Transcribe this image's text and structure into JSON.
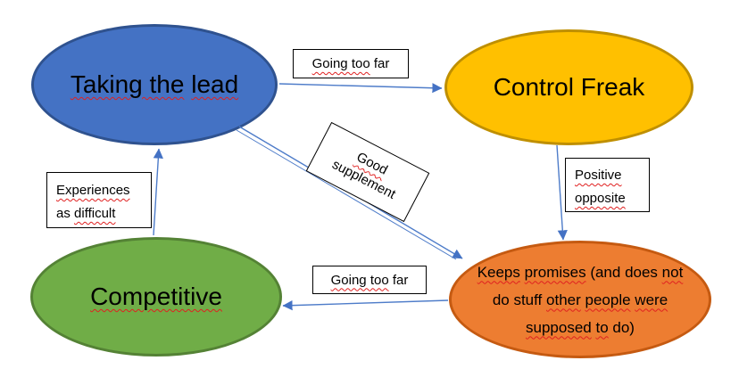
{
  "diagram": {
    "nodes": [
      {
        "id": "taking-the-lead",
        "fill": "#4472C4",
        "stroke": "#2F528F",
        "lines": [
          [
            {
              "text": "Taking the",
              "misspelled": true
            },
            {
              "text": " ",
              "misspelled": false
            },
            {
              "text": "lead",
              "misspelled": true
            }
          ]
        ]
      },
      {
        "id": "control-freak",
        "fill": "#FFC000",
        "stroke": "#BF8F00",
        "lines": [
          [
            {
              "text": "Control Freak",
              "misspelled": false
            }
          ]
        ]
      },
      {
        "id": "competitive",
        "fill": "#70AD47",
        "stroke": "#548235",
        "lines": [
          [
            {
              "text": "Competitive",
              "misspelled": true
            }
          ]
        ]
      },
      {
        "id": "keeps-promises",
        "fill": "#ED7D31",
        "stroke": "#C55A11",
        "lines": [
          [
            {
              "text": "Keeps",
              "misspelled": true
            },
            {
              "text": " ",
              "misspelled": false
            },
            {
              "text": "promises",
              "misspelled": true
            },
            {
              "text": " (and does ",
              "misspelled": false
            },
            {
              "text": "not",
              "misspelled": true
            }
          ],
          [
            {
              "text": "do stuff ",
              "misspelled": false
            },
            {
              "text": "other",
              "misspelled": true
            },
            {
              "text": " ",
              "misspelled": false
            },
            {
              "text": "people",
              "misspelled": true
            },
            {
              "text": " ",
              "misspelled": false
            },
            {
              "text": "were",
              "misspelled": true
            }
          ],
          [
            {
              "text": "supposed",
              "misspelled": true
            },
            {
              "text": " ",
              "misspelled": false
            },
            {
              "text": "to",
              "misspelled": true
            },
            {
              "text": " do)",
              "misspelled": false
            }
          ]
        ]
      }
    ],
    "edge_labels": [
      {
        "id": "going-too-far-top",
        "lines": [
          [
            {
              "text": "Going too",
              "misspelled": true
            },
            {
              "text": " far",
              "misspelled": false
            }
          ]
        ]
      },
      {
        "id": "good-supplement",
        "lines": [
          [
            {
              "text": "Good",
              "misspelled": true
            }
          ],
          [
            {
              "text": "supplement",
              "misspelled": false
            }
          ]
        ]
      },
      {
        "id": "positive-opposite",
        "lines": [
          [
            {
              "text": "Positive",
              "misspelled": true
            }
          ],
          [
            {
              "text": "opposite",
              "misspelled": true
            }
          ]
        ]
      },
      {
        "id": "experiences-as-difficult",
        "lines": [
          [
            {
              "text": "Experiences",
              "misspelled": true
            }
          ],
          [
            {
              "text": "as ",
              "misspelled": false
            },
            {
              "text": "difficult",
              "misspelled": true
            }
          ]
        ]
      },
      {
        "id": "going-too-far-bottom",
        "lines": [
          [
            {
              "text": "Going too",
              "misspelled": true
            },
            {
              "text": " far",
              "misspelled": false
            }
          ]
        ]
      }
    ],
    "arrows": [
      {
        "id": "taking-the-lead-to-control-freak",
        "label": "Going too far"
      },
      {
        "id": "control-freak-to-keeps-promises",
        "label": "Positive opposite"
      },
      {
        "id": "competitive-to-taking-the-lead",
        "label": "Experiences as difficult"
      },
      {
        "id": "keeps-promises-to-competitive",
        "label": "Going too far"
      },
      {
        "id": "taking-the-lead-to-keeps-promises",
        "label": "Good supplement"
      }
    ],
    "colors": {
      "connector": "#4E7CC9",
      "arrowhead": "#4472C4",
      "misspelling_underline": "#E02020",
      "label_box_bg": "#FFFFFF",
      "label_box_border": "#000000",
      "canvas_bg": "#FFFFFF"
    }
  }
}
